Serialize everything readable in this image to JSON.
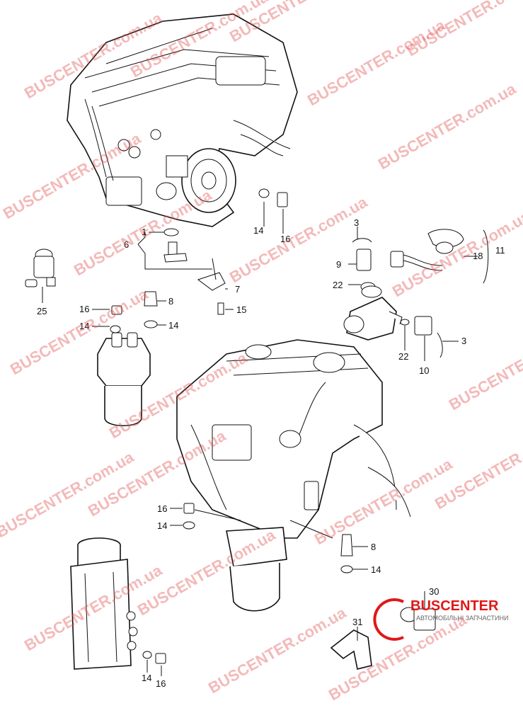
{
  "callouts": {
    "c1": "1",
    "c3a": "3",
    "c3b": "3",
    "c6": "6",
    "c7": "7",
    "c8a": "8",
    "c8b": "8",
    "c9": "9",
    "c10": "10",
    "c11": "11",
    "c14a": "14",
    "c14b": "14",
    "c14c": "14",
    "c14d": "14",
    "c14e": "14",
    "c14f": "14",
    "c15": "15",
    "c16a": "16",
    "c16b": "16",
    "c16c": "16",
    "c16d": "16",
    "c18": "18",
    "c22a": "22",
    "c22b": "22",
    "c25": "25",
    "c30": "30",
    "c31": "31"
  },
  "watermark": {
    "brand": "BUSCENTER",
    "domain": ".com.ua",
    "full": "BUSCENTER.com.ua"
  },
  "logo": {
    "name": "BUSCENTER",
    "tagline": "АВТОМОБІЛЬНІ ЗАПЧАСТИНИ"
  },
  "colors": {
    "watermark": "#e24a4a",
    "logo": "#e01818",
    "ink": "#111111"
  }
}
